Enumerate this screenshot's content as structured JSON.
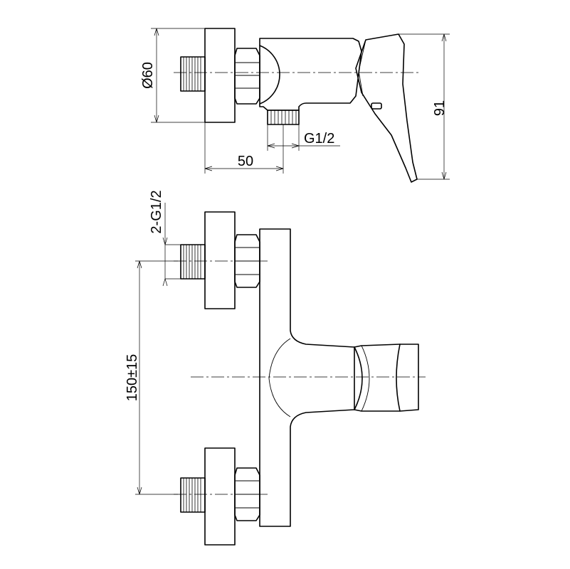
{
  "dimensions": {
    "diameter": "Ø60",
    "height": "91",
    "depth": "50",
    "outlet_thread": "G1/2",
    "inlet_threads": "2-G1/2",
    "center_distance": "150±15"
  },
  "colors": {
    "line": "#000000",
    "background": "#ffffff"
  }
}
